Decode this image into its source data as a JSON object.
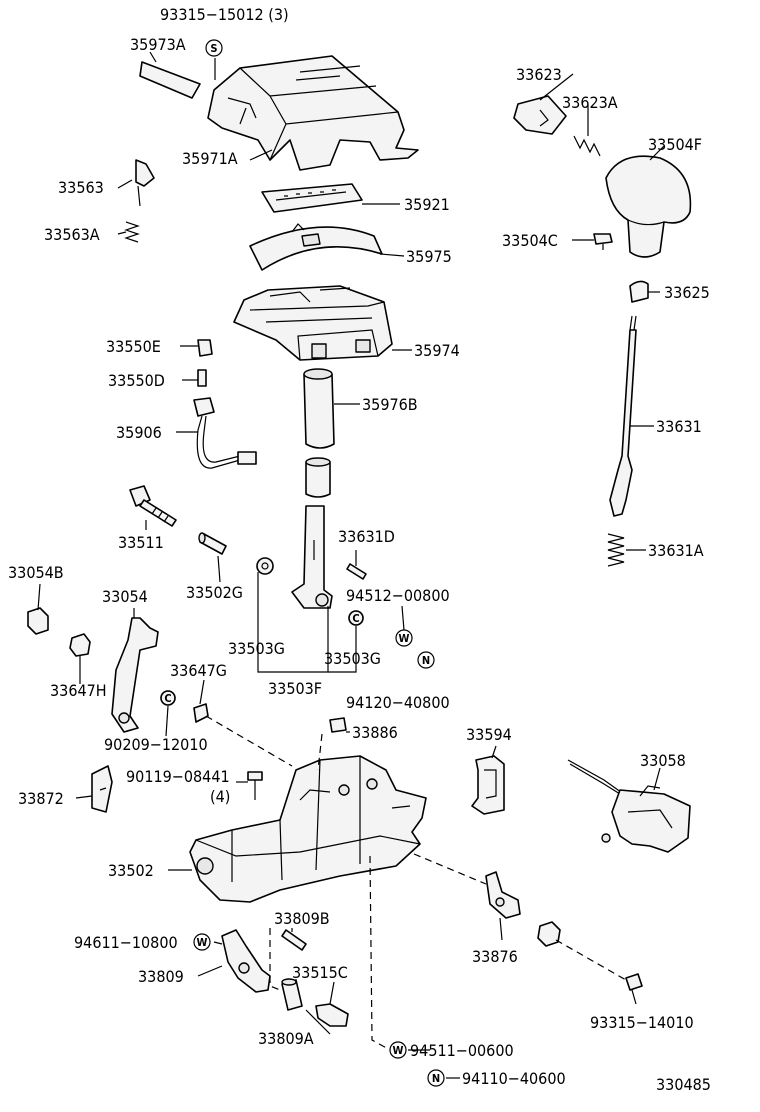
{
  "diagram_id": "330485",
  "labels": {
    "p93315_15012": "93315−15012 (3)",
    "p35973A": "35973A",
    "p35971A": "35971A",
    "p33563": "33563",
    "p33563A": "33563A",
    "p35921": "35921",
    "p35975": "35975",
    "p35974": "35974",
    "p33550E": "33550E",
    "p33550D": "33550D",
    "p35906": "35906",
    "p35976B": "35976B",
    "p33511": "33511",
    "p33502G": "33502G",
    "p33631D": "33631D",
    "p94512": "94512−00800",
    "p33054B": "33054B",
    "p33054": "33054",
    "p33503G_l": "33503G",
    "p33503G_r": "33503G",
    "p33647G": "33647G",
    "p33647H": "33647H",
    "p33503F": "33503F",
    "p94120": "94120−40800",
    "p90209": "90209−12010",
    "p33886": "33886",
    "p33594": "33594",
    "p33058": "33058",
    "p90119": "90119−08441",
    "p90119_qty": "(4)",
    "p33872": "33872",
    "p33502": "33502",
    "p33809B": "33809B",
    "p94611": "94611−10800",
    "p33876": "33876",
    "p33809": "33809",
    "p33515C": "33515C",
    "p93315_14010": "93315−14010",
    "p33809A": "33809A",
    "p94511": "94511−00600",
    "p94110": "94110−40600",
    "p33623": "33623",
    "p33623A": "33623A",
    "p33504F": "33504F",
    "p33504C": "33504C",
    "p33625": "33625",
    "p33631": "33631",
    "p33631A": "33631A"
  },
  "symbols": {
    "s": "S",
    "c": "C",
    "w": "W",
    "n": "N"
  }
}
